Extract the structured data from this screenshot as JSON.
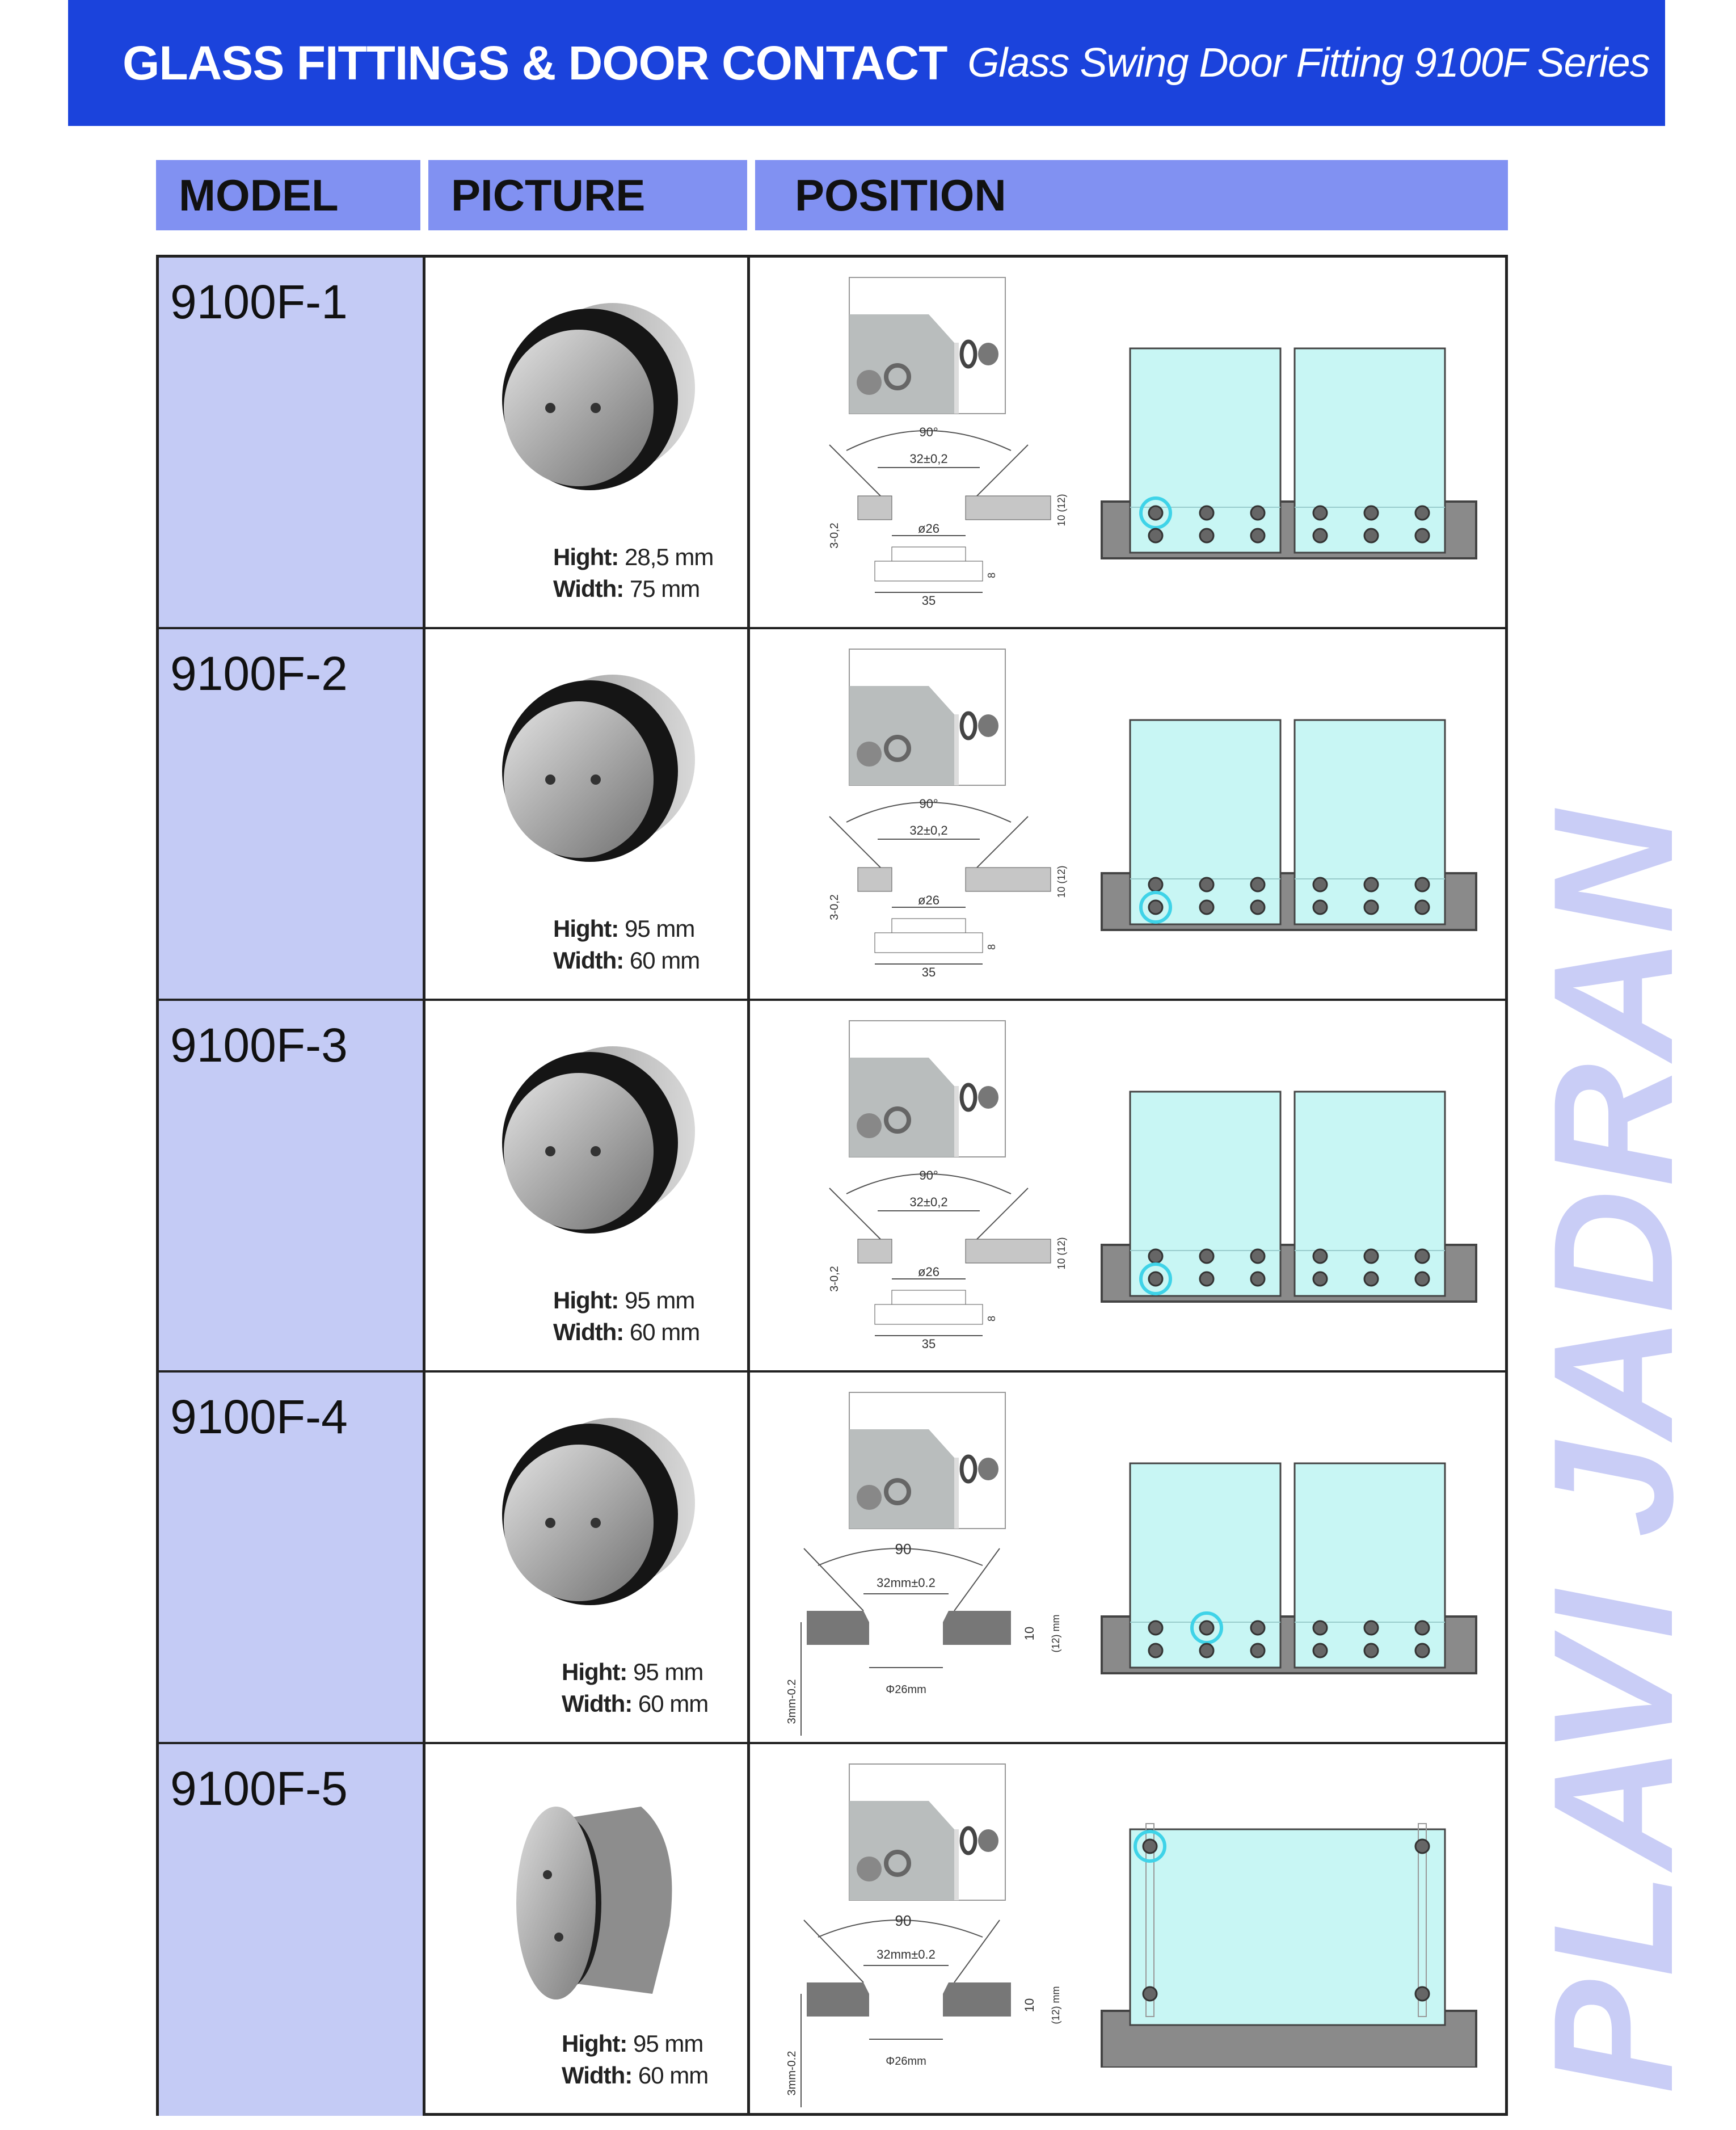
{
  "header": {
    "title": "GLASS FITTINGS & DOOR CONTACT",
    "subtitle": "Glass Swing Door Fitting 9100F Series",
    "color": "#1b43dc"
  },
  "columns": {
    "model": "MODEL",
    "picture": "PICTURE",
    "position": "POSITION"
  },
  "watermark": "PLAVI JADRAN",
  "rows": [
    {
      "model": "9100F-1",
      "hight_label": "Hight:",
      "hight": "28,5 mm",
      "width_label": "Width:",
      "width": "75 mm",
      "drawing": {
        "angle": "90°",
        "top": "32±0,2",
        "hole": "ø26",
        "depth": "3-0,2",
        "thick": "10 (12)",
        "base": "35",
        "side": "8"
      },
      "layout": "double",
      "highlight": {
        "panel": 0,
        "col": 0,
        "row": 0
      }
    },
    {
      "model": "9100F-2",
      "hight_label": "Hight:",
      "hight": "95 mm",
      "width_label": "Width:",
      "width": "60 mm",
      "drawing": {
        "angle": "90°",
        "top": "32±0,2",
        "hole": "ø26",
        "depth": "3-0,2",
        "thick": "10 (12)",
        "base": "35",
        "side": "8"
      },
      "layout": "double",
      "highlight": {
        "panel": 0,
        "col": 0,
        "row": 1
      }
    },
    {
      "model": "9100F-3",
      "hight_label": "Hight:",
      "hight": "95 mm",
      "width_label": "Width:",
      "width": "60 mm",
      "drawing": {
        "angle": "90°",
        "top": "32±0,2",
        "hole": "ø26",
        "depth": "3-0,2",
        "thick": "10 (12)",
        "base": "35",
        "side": "8"
      },
      "layout": "double",
      "highlight": {
        "panel": 0,
        "col": 0,
        "row": 1
      }
    },
    {
      "model": "9100F-4",
      "hight_label": "Hight:",
      "hight": "95 mm",
      "width_label": "Width:",
      "width": "60 mm",
      "drawing": {
        "angle": "90",
        "top": "32mm±0.2",
        "hole": "Φ26mm",
        "depth": "3mm-0.2",
        "thick": "10",
        "unit": "(12) mm"
      },
      "layout": "double",
      "highlight": {
        "panel": 0,
        "col": 1,
        "row": 0
      }
    },
    {
      "model": "9100F-5",
      "hight_label": "Hight:",
      "hight": "95 mm",
      "width_label": "Width:",
      "width": "60 mm",
      "drawing": {
        "angle": "90",
        "top": "32mm±0.2",
        "hole": "Φ26mm",
        "depth": "3mm-0.2",
        "thick": "10",
        "unit": "(12) mm"
      },
      "layout": "single",
      "highlight": {
        "corner": "top-left"
      }
    }
  ],
  "colors": {
    "model_bg": "#c4cbf5",
    "header_bg": "#8191f2",
    "glass": "#c8f6f4",
    "highlight": "#3fd3e8",
    "base": "#8a8a8a"
  }
}
